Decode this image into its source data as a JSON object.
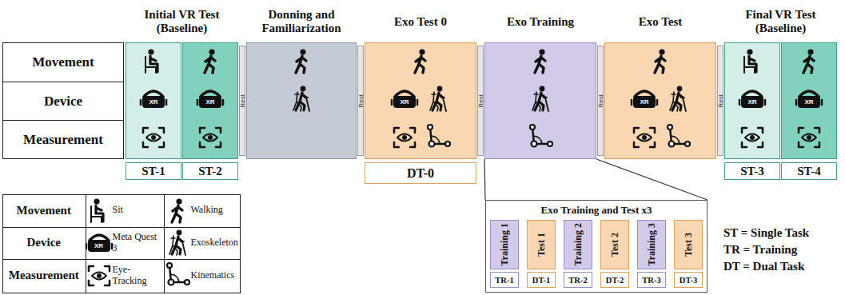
{
  "diagram": {
    "nodes": [
      {
        "text": [
          "Movement"
        ]
      },
      {
        "text": [
          "Device"
        ]
      },
      {
        "text": [
          "Measurement"
        ]
      },
      {
        "text": [
          "Initial VR Test (Baseline)"
        ]
      },
      {
        "text": [
          "ST-1"
        ],
        "in": 3
      },
      {
        "text": [
          "ST-2"
        ],
        "in": 3
      },
      {
        "text": [
          "Rest"
        ]
      },
      {
        "text": [
          "Donning and Familiarization"
        ]
      },
      {
        "text": [
          "Rest"
        ]
      },
      {
        "text": [
          "Exo Test 0",
          "DT-0"
        ]
      },
      {
        "text": [
          "Rest"
        ]
      },
      {
        "text": [
          "Exo Training"
        ]
      },
      {
        "text": [
          "Rest"
        ]
      },
      {
        "text": [
          "Exo Test"
        ]
      },
      {
        "text": [
          "Rest"
        ]
      },
      {
        "text": [
          "Final VR Test (Baseline)"
        ]
      },
      {
        "text": [
          "ST-3"
        ],
        "in": 15
      },
      {
        "text": [
          "ST-4"
        ],
        "in": 15
      },
      {
        "text": [
          "Exo Training and Test x3"
        ]
      },
      {
        "text": [
          "Training 1",
          "TR-1"
        ],
        "in": 18
      },
      {
        "text": [
          "Test 1",
          "DT-1"
        ],
        "in": 18
      },
      {
        "text": [
          "Training 2",
          "TR-2"
        ],
        "in": 18
      },
      {
        "text": [
          "Test 2",
          "DT-2"
        ],
        "in": 18
      },
      {
        "text": [
          "Training 3",
          "TR-3"
        ],
        "in": 18
      },
      {
        "text": [
          "Test 3",
          "DT-3"
        ],
        "in": 18
      }
    ],
    "edges": [
      {
        "from": 11,
        "to": 18,
        "arrow": "none"
      }
    ],
    "labels": [
      "XR",
      "XR",
      "XR",
      "XR",
      "XR",
      "XR",
      "Movement",
      "Device",
      "Measurement",
      "XR",
      "ST = Single Task",
      "TR = Training",
      "DT = Dual Task"
    ],
    "legend": [
      {
        "text": "Sit"
      },
      {
        "text": "Walking"
      },
      {
        "text": "Meta Quest 3"
      },
      {
        "text": "Exoskeleton"
      },
      {
        "text": "Eye-Tracking"
      },
      {
        "text": "Kinematics"
      }
    ]
  }
}
